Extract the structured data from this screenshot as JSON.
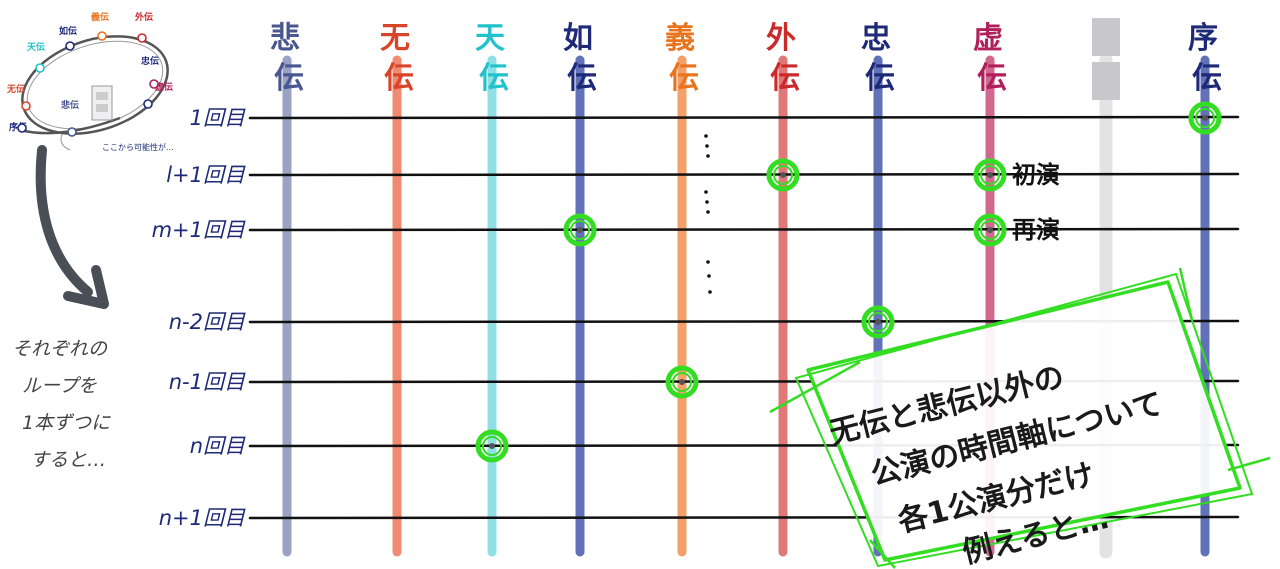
{
  "columns": [
    {
      "id": "hiden",
      "top": "悲",
      "bottom": "伝",
      "color": "#9aa3c4",
      "text_color": "#4a5690"
    },
    {
      "id": "muden",
      "top": "无",
      "bottom": "伝",
      "color": "#f08a72",
      "text_color": "#d8452a"
    },
    {
      "id": "tenden",
      "top": "天",
      "bottom": "伝",
      "color": "#8fe0e4",
      "text_color": "#22c2cc"
    },
    {
      "id": "joden",
      "top": "如",
      "bottom": "伝",
      "color": "#6272b8",
      "text_color": "#1e2a78"
    },
    {
      "id": "giden",
      "top": "義",
      "bottom": "伝",
      "color": "#f4a06a",
      "text_color": "#e8741e"
    },
    {
      "id": "gaiden",
      "top": "外",
      "bottom": "伝",
      "color": "#e07878",
      "text_color": "#cc2a2a"
    },
    {
      "id": "chuden",
      "top": "忠",
      "bottom": "伝",
      "color": "#6272b8",
      "text_color": "#1e2a78"
    },
    {
      "id": "kyoden",
      "top": "虚",
      "bottom": "伝",
      "color": "#d06890",
      "text_color": "#b0205a"
    },
    {
      "id": "blank",
      "top": "",
      "bottom": "",
      "color": "#e3e3e6",
      "text_color": "#bdbdc4"
    },
    {
      "id": "joden2",
      "top": "序",
      "bottom": "伝",
      "color": "#6272b8",
      "text_color": "#1e2a78"
    }
  ],
  "rows": [
    {
      "label": "1回目"
    },
    {
      "label": "l+1回目"
    },
    {
      "label": "m+1回目"
    },
    {
      "label": "n-2回目"
    },
    {
      "label": "n-1回目"
    },
    {
      "label": "n回目"
    },
    {
      "label": "n+1回目"
    }
  ],
  "marks": [
    {
      "column": 9,
      "row": 0
    },
    {
      "column": 5,
      "row": 1
    },
    {
      "column": 7,
      "row": 1,
      "label": "初演"
    },
    {
      "column": 3,
      "row": 2
    },
    {
      "column": 7,
      "row": 2,
      "label": "再演"
    },
    {
      "column": 6,
      "row": 3
    },
    {
      "column": 4,
      "row": 4
    },
    {
      "column": 2,
      "row": 5
    }
  ],
  "left_note": [
    "それぞれの",
    "ループを",
    "1本ずつに",
    "すると…"
  ],
  "box_note": [
    "无伝と悲伝以外の",
    "公演の時間軸について",
    "各1公演分だけ",
    "例えると…"
  ],
  "mini_diagram": {
    "labels": [
      "无伝",
      "天伝",
      "如伝",
      "義伝",
      "外伝",
      "虚伝",
      "忠伝",
      "悲伝",
      "序伝"
    ],
    "colors": [
      "#d8452a",
      "#22c2cc",
      "#1e2a78",
      "#e8741e",
      "#cc2a2a",
      "#b0205a",
      "#1e2a78",
      "#4a5690",
      "#1e2a78"
    ],
    "note": "ここから可能性が..."
  },
  "accent": "#33dd22"
}
